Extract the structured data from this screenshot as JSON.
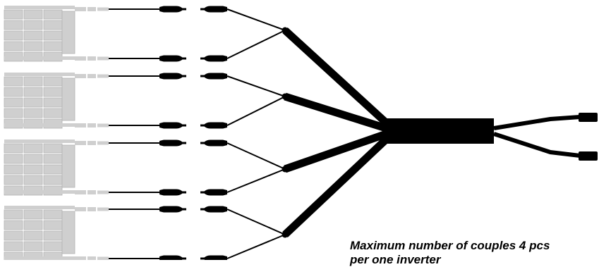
{
  "caption": {
    "line1": "Maximum number of couples 4 pcs",
    "line2": "per one inverter"
  },
  "diagram": {
    "panel_count": 4,
    "connector_pairs_per_panel": 2,
    "output_leads": 2
  },
  "colors": {
    "panel": "#cfcfcf",
    "panel_edge": "#b3b3b3",
    "cable": "#000000",
    "background": "#ffffff"
  }
}
